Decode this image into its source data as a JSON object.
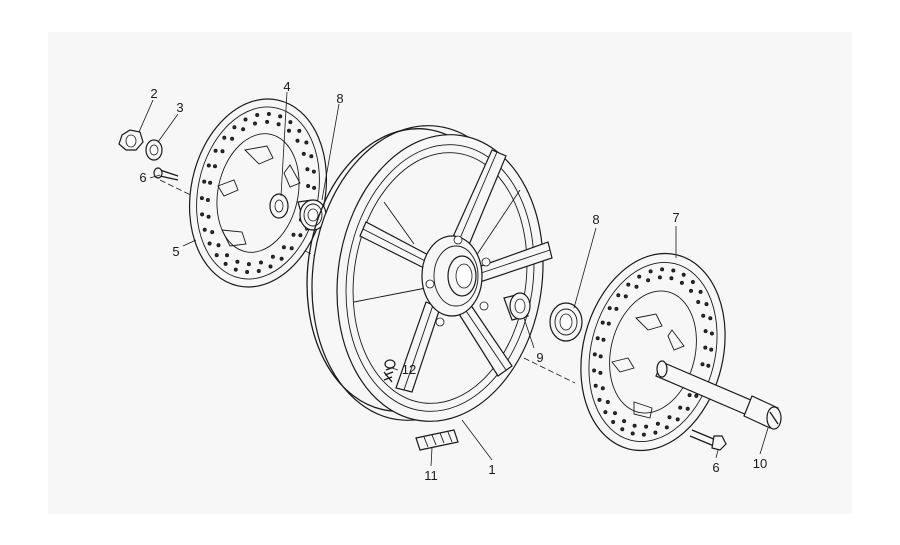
{
  "callouts": {
    "c1": "1",
    "c2": "2",
    "c3": "3",
    "c4": "4",
    "c5": "5",
    "c6a": "6",
    "c6b": "6",
    "c7": "7",
    "c8a": "8",
    "c8b": "8",
    "c9": "9",
    "c10": "10",
    "c11": "11",
    "c12": "12"
  }
}
